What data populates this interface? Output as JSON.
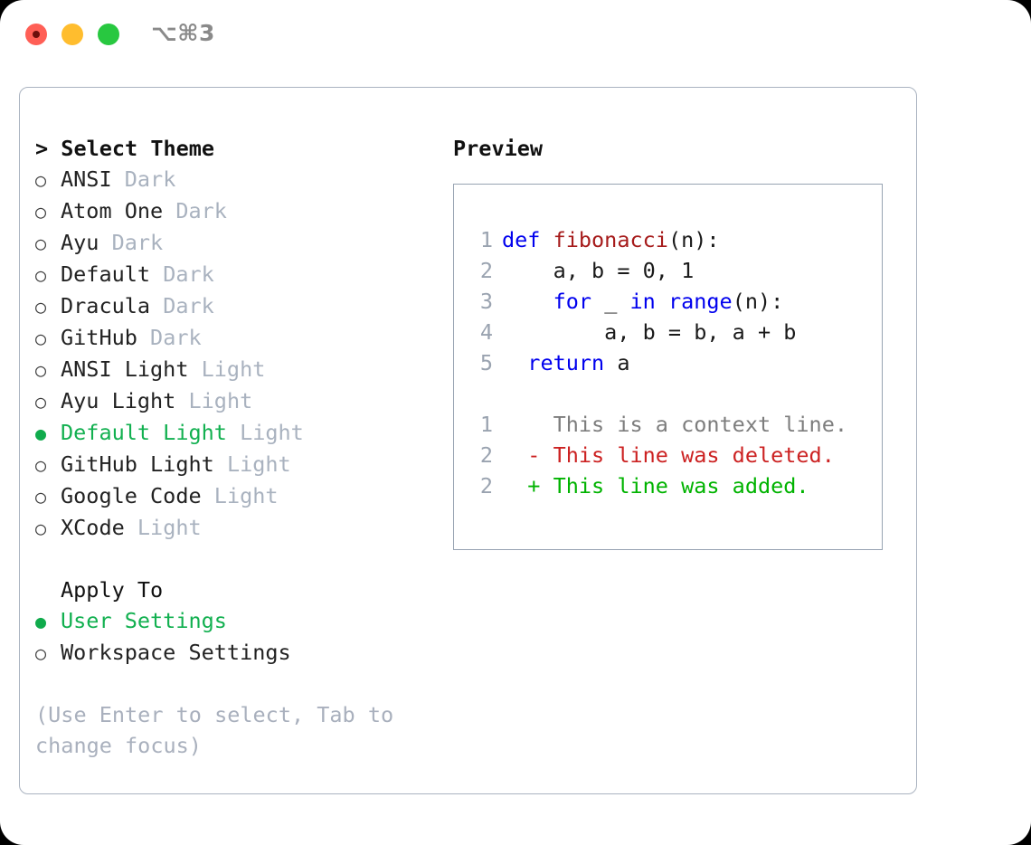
{
  "titlebar": {
    "shortcut": "⌥⌘3",
    "lights": [
      {
        "name": "close",
        "color": "#ff5f56"
      },
      {
        "name": "minimize",
        "color": "#ffbd2e"
      },
      {
        "name": "maximize",
        "color": "#28c840"
      }
    ]
  },
  "theme_section": {
    "header": "> Select Theme",
    "items": [
      {
        "bullet": "○",
        "name": "ANSI",
        "variant": "Dark",
        "selected": false
      },
      {
        "bullet": "○",
        "name": "Atom One",
        "variant": "Dark",
        "selected": false
      },
      {
        "bullet": "○",
        "name": "Ayu",
        "variant": "Dark",
        "selected": false
      },
      {
        "bullet": "○",
        "name": "Default",
        "variant": "Dark",
        "selected": false
      },
      {
        "bullet": "○",
        "name": "Dracula",
        "variant": "Dark",
        "selected": false
      },
      {
        "bullet": "○",
        "name": "GitHub",
        "variant": "Dark",
        "selected": false
      },
      {
        "bullet": "○",
        "name": "ANSI Light",
        "variant": "Light",
        "selected": false
      },
      {
        "bullet": "○",
        "name": "Ayu Light",
        "variant": "Light",
        "selected": false
      },
      {
        "bullet": "●",
        "name": "Default Light",
        "variant": "Light",
        "selected": true
      },
      {
        "bullet": "○",
        "name": "GitHub Light",
        "variant": "Light",
        "selected": false
      },
      {
        "bullet": "○",
        "name": "Google Code",
        "variant": "Light",
        "selected": false
      },
      {
        "bullet": "○",
        "name": "XCode",
        "variant": "Light",
        "selected": false
      }
    ]
  },
  "apply_section": {
    "header": "Apply To",
    "items": [
      {
        "bullet": "●",
        "name": "User Settings",
        "selected": true
      },
      {
        "bullet": "○",
        "name": "Workspace Settings",
        "selected": false
      }
    ]
  },
  "hint": "(Use Enter to select, Tab to change focus)",
  "preview": {
    "title": "Preview",
    "code_lines": [
      {
        "num": "1",
        "tokens": [
          {
            "t": "def ",
            "c": "kw"
          },
          {
            "t": "fibonacci",
            "c": "fn"
          },
          {
            "t": "(n):",
            "c": "txt"
          }
        ]
      },
      {
        "num": "2",
        "tokens": [
          {
            "t": "    a, b = 0, 1",
            "c": "txt"
          }
        ]
      },
      {
        "num": "3",
        "tokens": [
          {
            "t": "    ",
            "c": "txt"
          },
          {
            "t": "for ",
            "c": "kw"
          },
          {
            "t": "_ ",
            "c": "txt"
          },
          {
            "t": "in ",
            "c": "kw"
          },
          {
            "t": "range",
            "c": "kw"
          },
          {
            "t": "(n):",
            "c": "txt"
          }
        ]
      },
      {
        "num": "4",
        "tokens": [
          {
            "t": "        a, b = b, a + b",
            "c": "txt"
          }
        ]
      },
      {
        "num": "5",
        "tokens": [
          {
            "t": "  ",
            "c": "txt"
          },
          {
            "t": "return ",
            "c": "kw"
          },
          {
            "t": "a",
            "c": "txt"
          }
        ]
      }
    ],
    "diff_lines": [
      {
        "num": "1",
        "marker": " ",
        "text": "This is a context line.",
        "kind": "ctx"
      },
      {
        "num": "2",
        "marker": "-",
        "text": "This line was deleted.",
        "kind": "del"
      },
      {
        "num": "2",
        "marker": "+",
        "text": "This line was added.",
        "kind": "add"
      }
    ]
  },
  "colors": {
    "accent_green": "#12b050",
    "muted": "#a9b2bf",
    "border": "#aab3c0",
    "keyword": "#0000ee",
    "function": "#a61b1b",
    "diff_add": "#00b300",
    "diff_del": "#cc2222"
  }
}
